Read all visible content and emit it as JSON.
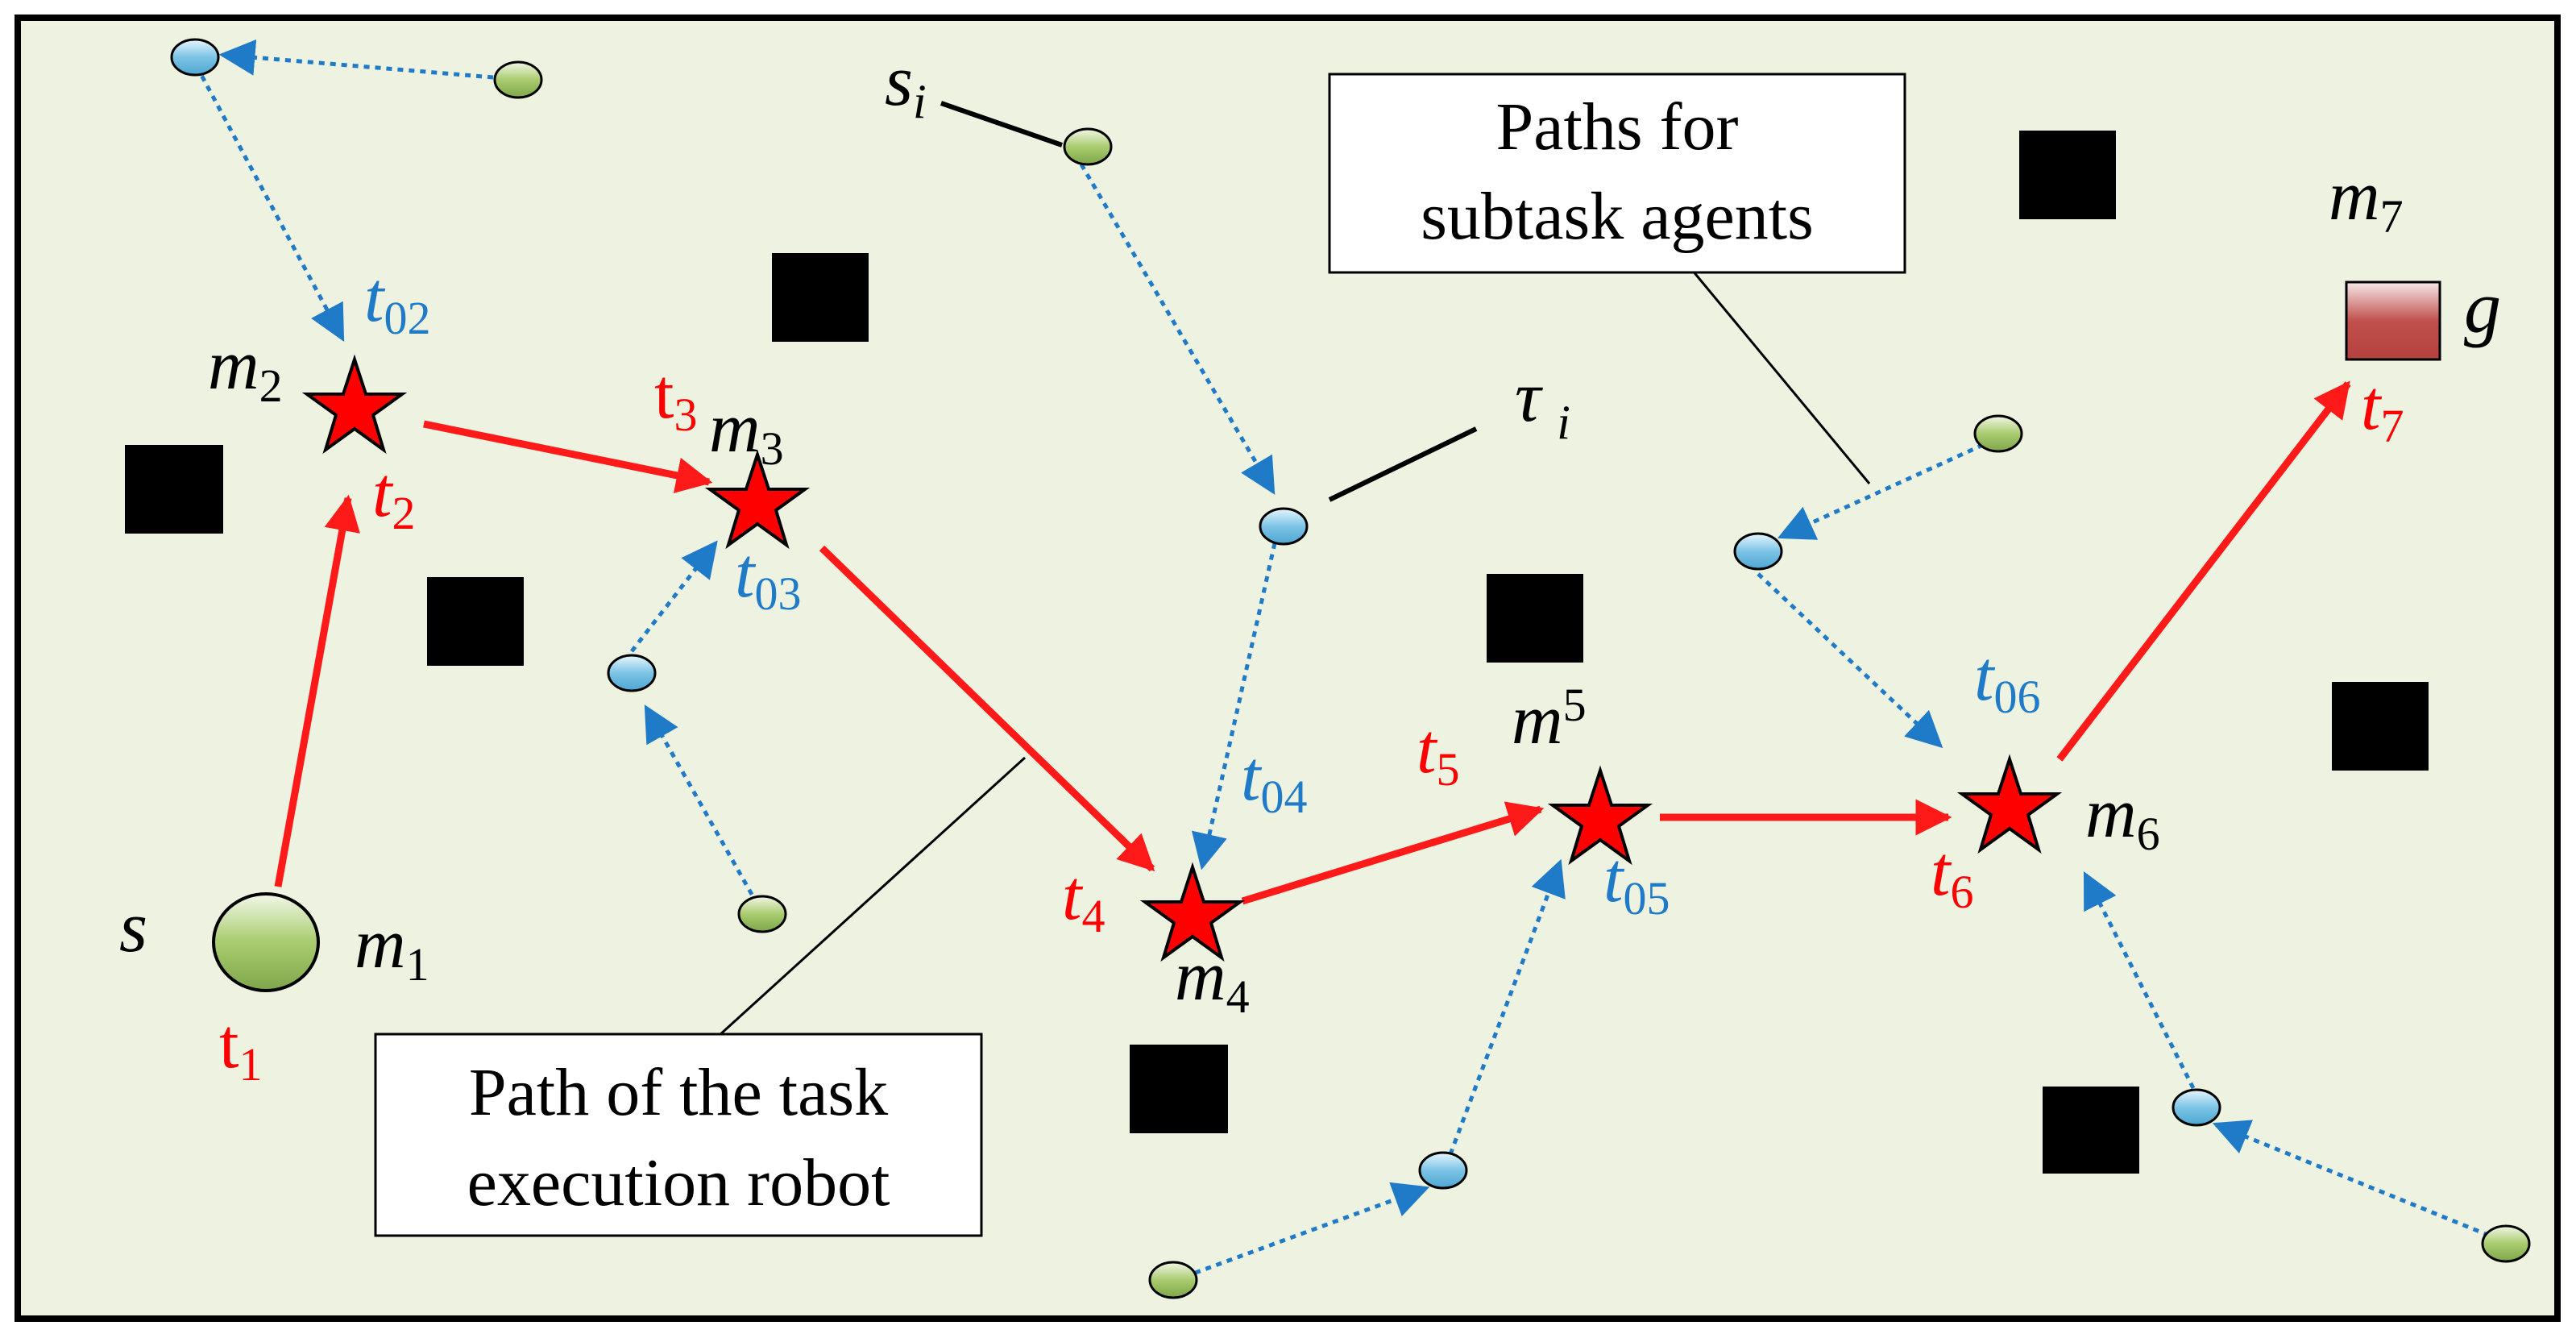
{
  "colors": {
    "background": "#edf2e1",
    "frame": "#000000",
    "robot_path": "#ff1a1a",
    "agent_path": "#1f7ac8",
    "star_fill": "#ff0000",
    "green_node": "#8cb253",
    "blue_node": "#6cb8de",
    "obstacle": "#000000",
    "goal_top": "#f6e8e8",
    "goal_bottom": "#c0504d"
  },
  "icons": {
    "milestone": "star-icon",
    "start": "green-circle-icon",
    "goal": "red-square-icon",
    "obstacle": "black-square-icon",
    "agent_start": "green-node-icon",
    "agent_meet": "blue-node-icon"
  },
  "labels": {
    "s": "s",
    "g": "g",
    "s_i": {
      "base": "s",
      "sub": "i"
    },
    "tau_i": {
      "base": "τ",
      "sub": "i"
    },
    "m1": {
      "base": "m",
      "sub": "1"
    },
    "m2": {
      "base": "m",
      "sub": "2"
    },
    "m3": {
      "base": "m",
      "sub": "3"
    },
    "m4": {
      "base": "m",
      "sub": "4"
    },
    "m5": {
      "base": "m",
      "sub": "5"
    },
    "m6": {
      "base": "m",
      "sub": "6"
    },
    "m7": {
      "base": "m",
      "sub": "7"
    },
    "t1": {
      "base": "t",
      "sub": "1"
    },
    "t2": {
      "base": "t",
      "sub": "2"
    },
    "t3": {
      "base": "t",
      "sub": "3"
    },
    "t4": {
      "base": "t",
      "sub": "4"
    },
    "t5": {
      "base": "t",
      "sub": "5"
    },
    "t6": {
      "base": "t",
      "sub": "6"
    },
    "t7": {
      "base": "t",
      "sub": "7"
    },
    "t02": {
      "base": "t",
      "sub": "02"
    },
    "t03": {
      "base": "t",
      "sub": "03"
    },
    "t04": {
      "base": "t",
      "sub": "04"
    },
    "t05": {
      "base": "t",
      "sub": "05"
    },
    "t06": {
      "base": "t",
      "sub": "06"
    }
  },
  "callouts": {
    "subtask_paths": [
      "Paths for",
      "subtask agents"
    ],
    "robot_path": [
      "Path of the task",
      "execution robot"
    ]
  }
}
